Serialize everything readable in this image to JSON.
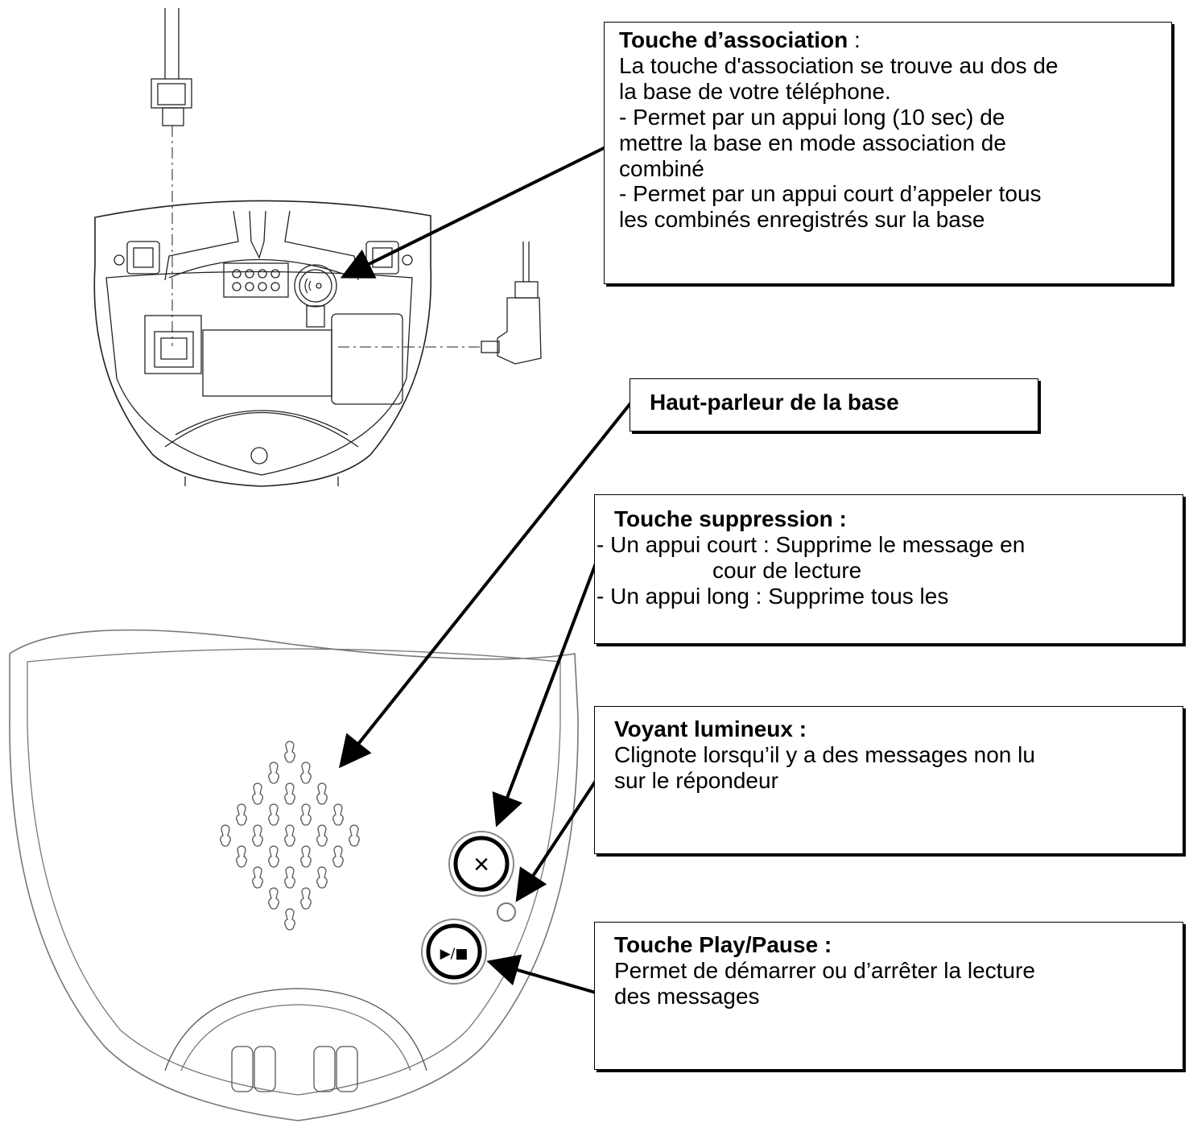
{
  "callouts": {
    "association": {
      "title": "Touche d’association",
      "title_suffix": " :",
      "lines": [
        "La touche d'association se trouve au dos de",
        "la base de votre téléphone.",
        "- Permet par un appui long (10 sec) de",
        "mettre la base en mode association de",
        "combiné",
        "- Permet par un appui court d’appeler tous",
        "les combinés enregistrés sur la base"
      ]
    },
    "speaker": {
      "title": "Haut-parleur de la base"
    },
    "delete": {
      "title": "Touche suppression :",
      "lines": [
        "- Un appui court : Supprime le message en",
        "cour de lecture",
        "- Un appui  long : Supprime tous les"
      ]
    },
    "led": {
      "title": "Voyant lumineux :",
      "lines": [
        "Clignote lorsqu’il y a des messages non lu",
        "sur le répondeur"
      ]
    },
    "play": {
      "title": "Touche Play/Pause :",
      "lines": [
        "Permet de démarrer ou d’arrêter la lecture",
        "des messages"
      ]
    }
  },
  "device": {
    "delete_button_glyph": "×",
    "play_button_glyph": "▶/■",
    "association_button_glyph": "((·"
  },
  "colors": {
    "line": "#000000",
    "outline_light": "#9a9a9a",
    "background": "#ffffff"
  }
}
